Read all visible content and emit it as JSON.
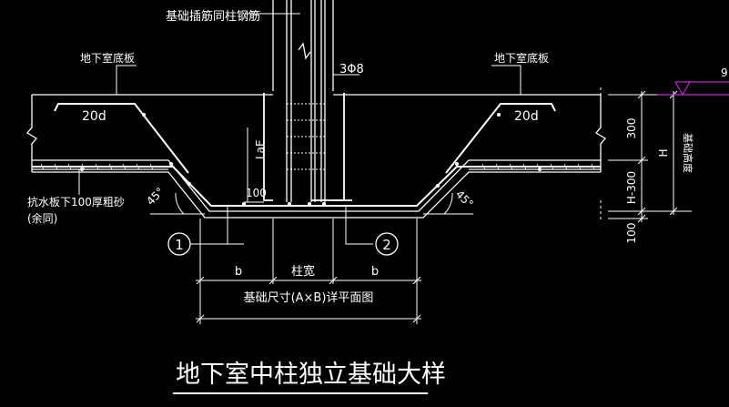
{
  "drawing": {
    "title": "地下室中柱独立基础大样",
    "colors": {
      "background": "#000000",
      "lines": "#ffffff",
      "dimension": "#ffffff",
      "level_marker": "#c026d3"
    },
    "labels": {
      "column_dowel": "基础插筋同柱钢筋",
      "slab_left": "地下室底板",
      "slab_right": "地下室底板",
      "stirrup": "3Φ8",
      "anchorage": "LaE",
      "hook_left": "20d",
      "hook_right": "20d",
      "bend_length": "100",
      "angle_left": "45°",
      "angle_right": "45°",
      "waterproof_note_line1": "抗水板下100厚粗砂",
      "waterproof_note_line2": "(余同)",
      "marker_1": "1",
      "marker_2": "2",
      "partial_level_value": "9"
    },
    "dimensions": {
      "b_left": "b",
      "column_width": "柱宽",
      "b_right": "b",
      "foundation_size": "基础尺寸(A×B)详平面图",
      "dim_300": "300",
      "dim_h_minus_300": "H-300",
      "dim_100": "100",
      "dim_H": "H",
      "foundation_height": "基础高度"
    }
  }
}
